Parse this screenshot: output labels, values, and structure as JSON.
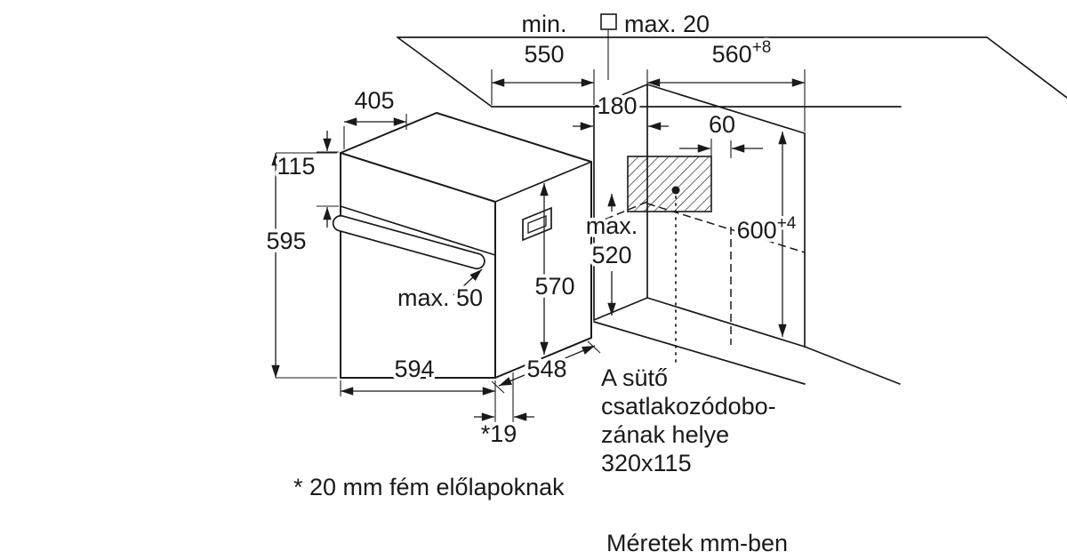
{
  "colors": {
    "ink": "#1a1a1a",
    "background": "#ffffff"
  },
  "icons": {
    "square-symbol": "□",
    "connection-point": "●"
  },
  "diagram": {
    "dims": {
      "min_word": "min.",
      "min_value": "550",
      "panel_max": "max. 20",
      "niche_width": "560",
      "niche_width_tol": "+8",
      "top_depth": "405",
      "panel_height": "115",
      "oven_height": "595",
      "box_offset_depth": "180",
      "box_offset": "60",
      "insert_max_word": "max.",
      "insert_max_value": "520",
      "niche_height": "600",
      "niche_height_tol": "+4",
      "handle_max": "max. 50",
      "inner_depth": "570",
      "oven_width": "594",
      "oven_depth": "548",
      "door_gap": "*19"
    },
    "notes": {
      "connection_location": [
        "A sütő",
        "csatlakozódobo-",
        "zának helye",
        "320x115"
      ],
      "footnote": "* 20 mm fém előlapoknak",
      "units": "Méretek mm-ben"
    }
  }
}
